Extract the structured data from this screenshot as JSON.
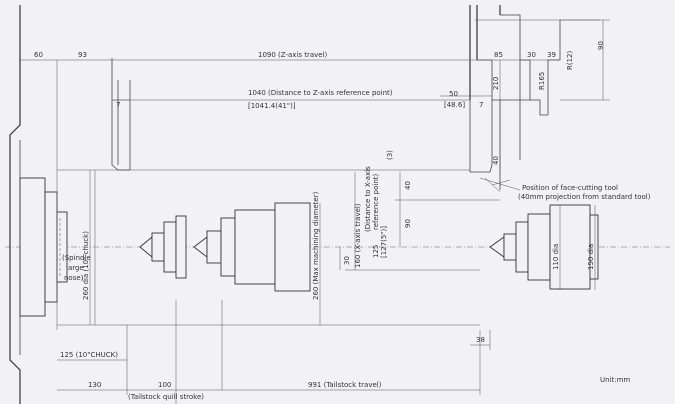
{
  "dimensions": {
    "d60": "60",
    "d93": "93",
    "z_travel": "1090 (Z-axis travel)",
    "d85": "85",
    "d30": "30",
    "d39": "39",
    "d90_top": "90",
    "r12": "R(12)",
    "r165": "R165",
    "d210": "210",
    "d40_right": "40",
    "d1040": "1040 (Distance to Z-axis reference point)",
    "d1041": "[1041.4(41\")]",
    "d50": "50",
    "d48": "[48.6]",
    "d7_left": "7",
    "d7_right": "7",
    "d3": "(3)",
    "d40_mid": "40",
    "d90_mid": "90",
    "d30_mid": "30",
    "d160": "160 (X-axis travel)",
    "xref_1": "(Distance to X-axis",
    "xref_2": "reference point)",
    "d125_ref": "125",
    "d127": "[127(5\")]",
    "d260_max": "260 (Max machining diameter)",
    "d260_chuck": "260 dia (10\" chuck)",
    "spindle_1": "(Spindle",
    "spindle_2": "large",
    "spindle_3": "nose)",
    "d110": "110 dia",
    "d150": "150 dia",
    "d125_chuck": "125 (10\"CHUCK)",
    "d38": "38",
    "d130": "130",
    "d100": "100",
    "d991": "991 (Tailstock travel)",
    "quill": "(Tailstock quill stroke)",
    "unit": "Unit:mm",
    "face_tool_1": "Position of face-cutting tool",
    "face_tool_2": "(40mm projection from standard tool)"
  }
}
